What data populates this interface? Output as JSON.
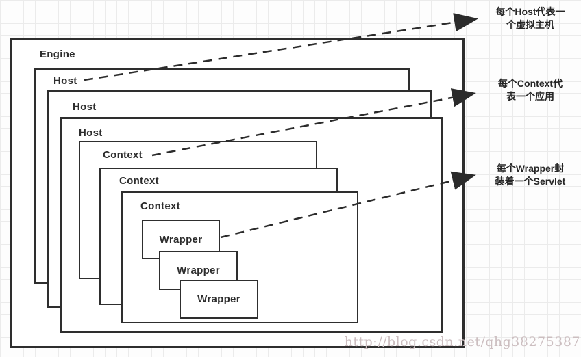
{
  "boxes": {
    "engine": {
      "label": "Engine"
    },
    "host1": {
      "label": "Host"
    },
    "host2": {
      "label": "Host"
    },
    "host3": {
      "label": "Host"
    },
    "context1": {
      "label": "Context"
    },
    "context2": {
      "label": "Context"
    },
    "context3": {
      "label": "Context"
    },
    "wrapper1": {
      "label": "Wrapper"
    },
    "wrapper2": {
      "label": "Wrapper"
    },
    "wrapper3": {
      "label": "Wrapper"
    }
  },
  "annotations": {
    "host": {
      "line1": "每个Host代表一",
      "line2": "个虚拟主机"
    },
    "context": {
      "line1": "每个Context代",
      "line2": "表一个应用"
    },
    "wrapper": {
      "line1": "每个Wrapper封",
      "line2": "装着一个Servlet"
    }
  },
  "watermark": {
    "text": "http://blog.csdn.net/qhg38275387"
  },
  "colors": {
    "line": "#2b2b2b",
    "box_border": "#2e2e2e",
    "grid": "#ebebeb",
    "watermark": "#ccbec0"
  }
}
